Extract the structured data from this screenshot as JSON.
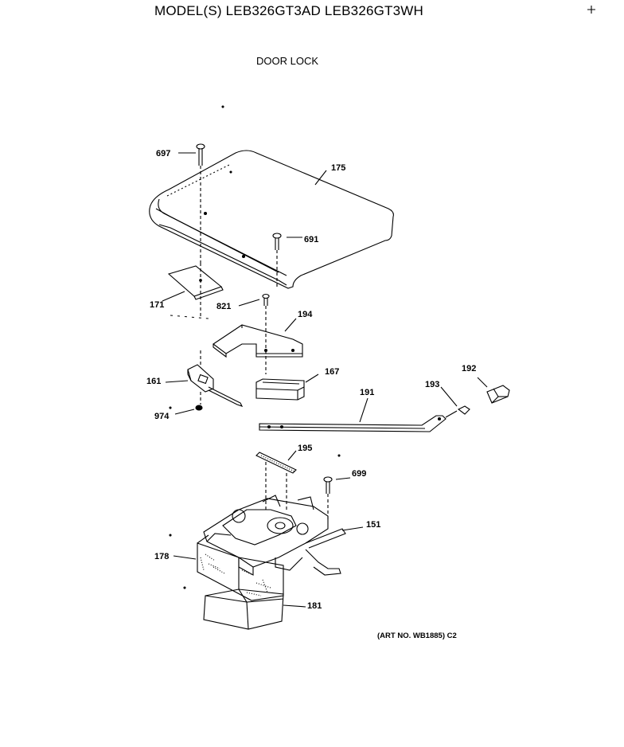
{
  "header": {
    "model_line": "MODEL(S) LEB326GT3AD  LEB326GT3WH",
    "section_title": "DOOR LOCK"
  },
  "footer": {
    "art_number": "(ART NO. WB1885) C2"
  },
  "parts": [
    {
      "label": "697"
    },
    {
      "label": "175"
    },
    {
      "label": "691"
    },
    {
      "label": "171"
    },
    {
      "label": "821"
    },
    {
      "label": "194"
    },
    {
      "label": "161"
    },
    {
      "label": "167"
    },
    {
      "label": "192"
    },
    {
      "label": "193"
    },
    {
      "label": "191"
    },
    {
      "label": "974"
    },
    {
      "label": "195"
    },
    {
      "label": "699"
    },
    {
      "label": "151"
    },
    {
      "label": "178"
    },
    {
      "label": "181"
    }
  ]
}
